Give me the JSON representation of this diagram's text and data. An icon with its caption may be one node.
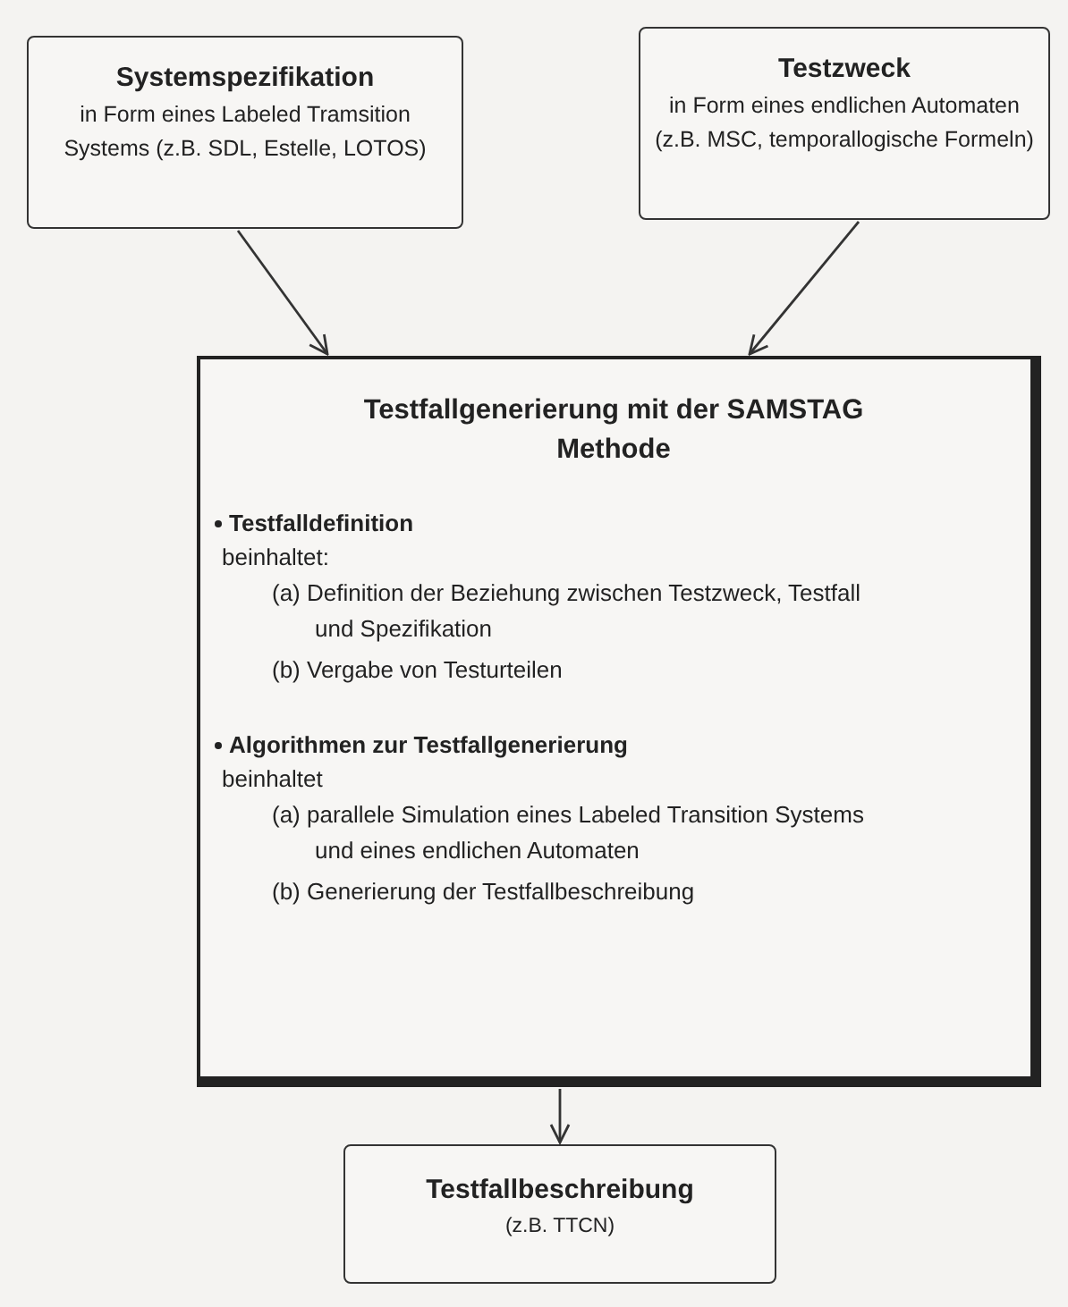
{
  "diagram": {
    "nodes": [
      {
        "text": [
          "Systemspezifikation",
          "in Form eines Labeled Tramsition Systems (z.B. SDL, Estelle, LOTOS)"
        ]
      },
      {
        "text": [
          "Testzweck",
          "in Form eines endlichen Automaten (z.B. MSC, temporallogische Formeln)"
        ]
      },
      {
        "text": [
          "Testfallgenerierung mit der SAMSTAG Methode",
          "Testfalldefinition",
          "beinhaltet:",
          "(a) Definition der Beziehung zwischen Testzweck, Testfall und Spezifikation",
          "(b) Vergabe von Testurteilen",
          "Algorithmen zur Testfallgenerierung",
          "beinhaltet",
          "(a) parallele Simulation eines Labeled Transition Systems und eines endlichen Automaten",
          "(b) Generierung der Testfallbeschreibung"
        ]
      },
      {
        "text": [
          "Testfallbeschreibung",
          "(z.B. TTCN)"
        ]
      }
    ],
    "edges": [
      {
        "from": 0,
        "to": 2,
        "arrow": "to"
      },
      {
        "from": 1,
        "to": 2,
        "arrow": "to"
      },
      {
        "from": 2,
        "to": 3,
        "arrow": "to"
      }
    ]
  }
}
